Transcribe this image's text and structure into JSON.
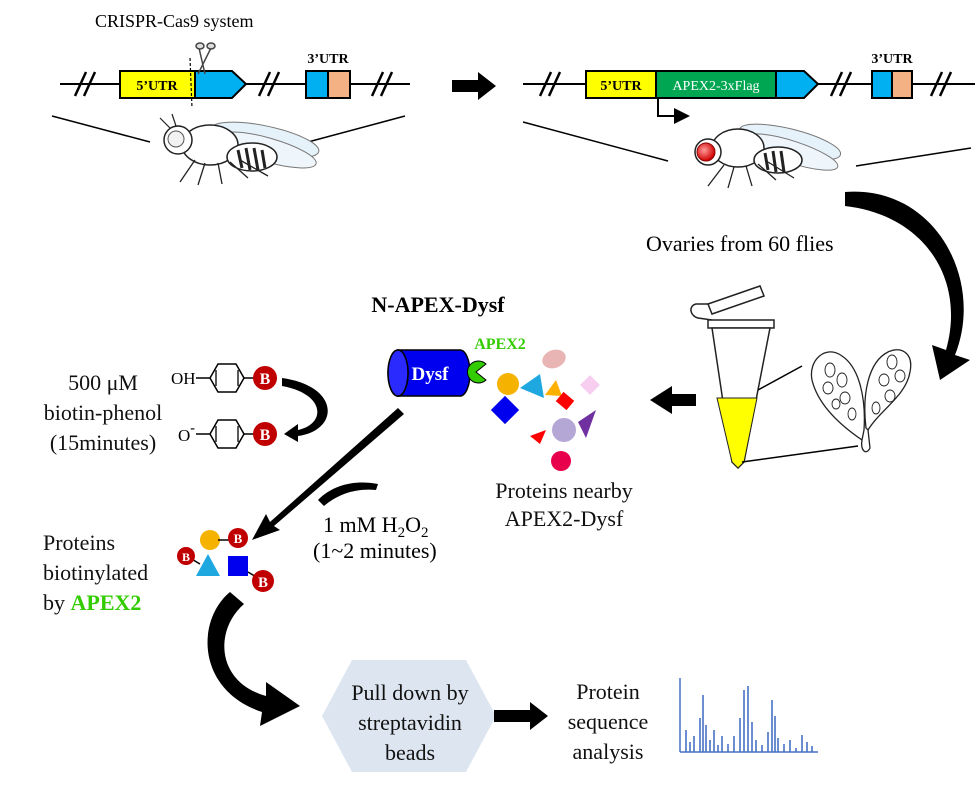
{
  "crispr": {
    "title": "CRISPR-Cas9 system",
    "utr5": "5’UTR",
    "utr3": "3’UTR",
    "tag": "APEX2-3xFlag"
  },
  "ovaries_label": "Ovaries from 60 flies",
  "construct_name": "N-APEX-Dysf",
  "dysf_label": "Dysf",
  "apex2_label": "APEX2",
  "biotin_phenol": {
    "line1": "500 μM",
    "line2": "biotin-phenol",
    "line3": "(15minutes)",
    "oh": "OH",
    "o_minus": "O",
    "minus": "-",
    "b": "B"
  },
  "nearby": {
    "line1": "Proteins nearby",
    "line2": "APEX2-Dysf"
  },
  "h2o2": {
    "prefix": "1 mM H",
    "sub1": "2",
    "mid": "O",
    "sub2": "2",
    "time": "(1~2 minutes)"
  },
  "biotinylated": {
    "line1": "Proteins",
    "line2": "biotinylated",
    "line3_prefix": "by ",
    "line3_highlight": "APEX2"
  },
  "pulldown": {
    "line1": "Pull down by",
    "line2": "streptavidin",
    "line3": "beads"
  },
  "analysis": {
    "line1": "Protein",
    "line2": "sequence",
    "line3": "analysis"
  },
  "colors": {
    "utr5": "#ffff00",
    "exon": "#00b0f0",
    "utr3_tail": "#f4b183",
    "tag": "#00a651",
    "dysf": "#0000ee",
    "apex2": "#33cc00",
    "biotin": "#c00000",
    "pulldown_hex": "#dde6f0",
    "chart": "#4472c4",
    "tube_liquid": "#ffff00"
  }
}
